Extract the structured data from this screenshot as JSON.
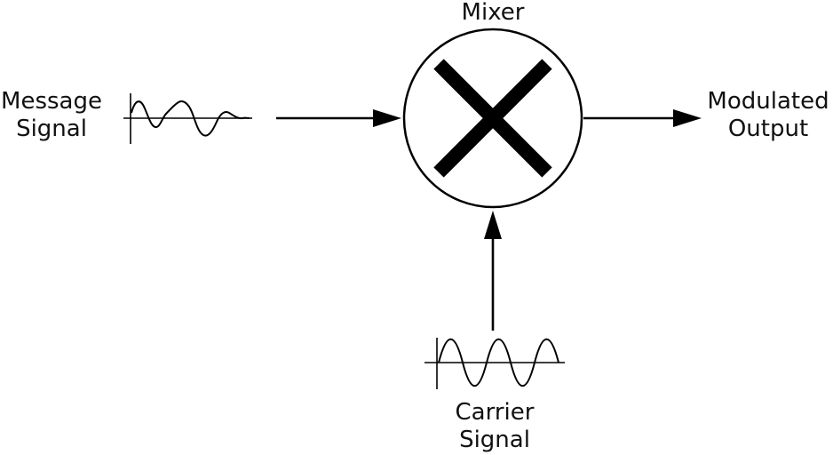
{
  "diagram": {
    "title": "Mixer",
    "labels": {
      "message": {
        "line1": "Message",
        "line2": "Signal"
      },
      "output": {
        "line1": "Modulated",
        "line2": "Output"
      },
      "carrier": {
        "line1": "Carrier",
        "line2": "Signal"
      }
    },
    "colors": {
      "stroke": "#000000",
      "text": "#111111",
      "background": "#ffffff"
    }
  }
}
